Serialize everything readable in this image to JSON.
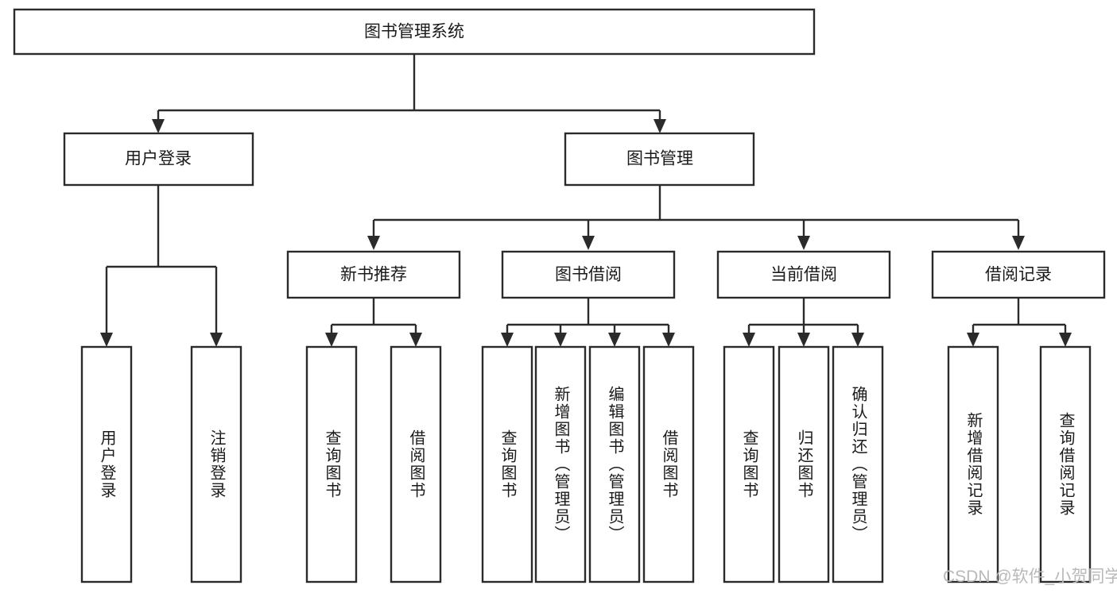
{
  "diagram": {
    "title_node": {
      "label": "图书管理系统"
    },
    "level2": [
      {
        "id": "user-login",
        "label": "用户登录"
      },
      {
        "id": "book-management",
        "label": "图书管理"
      }
    ],
    "level3": [
      {
        "id": "new-book-recommend",
        "label": "新书推荐"
      },
      {
        "id": "book-borrow",
        "label": "图书借阅"
      },
      {
        "id": "current-borrow",
        "label": "当前借阅"
      },
      {
        "id": "borrow-record",
        "label": "借阅记录"
      }
    ],
    "leaves": [
      {
        "id": "leaf-user-login",
        "label": "用户登录"
      },
      {
        "id": "leaf-logout",
        "label": "注销登录"
      },
      {
        "id": "leaf-query-book-1",
        "label": "查询图书"
      },
      {
        "id": "leaf-borrow-book-1",
        "label": "借阅图书"
      },
      {
        "id": "leaf-query-book-2",
        "label": "查询图书"
      },
      {
        "id": "leaf-add-book",
        "label": "新增图书（管理员）"
      },
      {
        "id": "leaf-edit-book",
        "label": "编辑图书（管理员）"
      },
      {
        "id": "leaf-borrow-book-2",
        "label": "借阅图书"
      },
      {
        "id": "leaf-query-book-3",
        "label": "查询图书"
      },
      {
        "id": "leaf-return-book",
        "label": "归还图书"
      },
      {
        "id": "leaf-confirm-return",
        "label": "确认归还（管理员）"
      },
      {
        "id": "leaf-add-record",
        "label": "新增借阅记录"
      },
      {
        "id": "leaf-query-record",
        "label": "查询借阅记录"
      }
    ],
    "watermark": "CSDN @软件_小贺同学",
    "colors": {
      "stroke": "#2b2b2b",
      "fill": "#ffffff",
      "text": "#1a1a1a",
      "watermark": "#b9b9b9"
    }
  }
}
